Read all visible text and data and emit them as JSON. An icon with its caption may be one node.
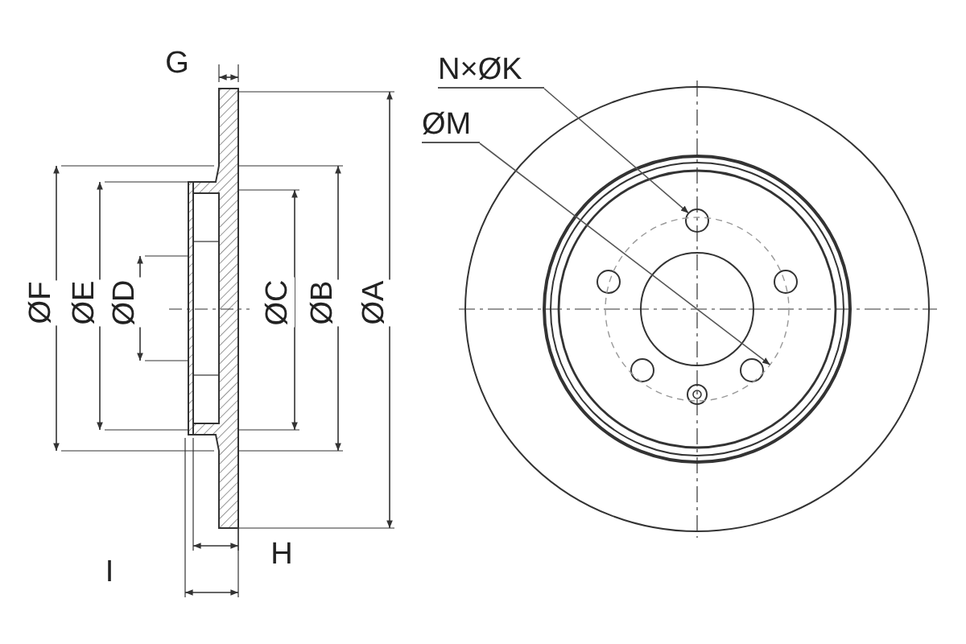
{
  "diagram": {
    "nodes": [
      {
        "text": [
          "N×ØK"
        ]
      },
      {
        "text": [],
        "shape": "circle"
      },
      {
        "text": [
          "ØM"
        ]
      },
      {
        "text": [],
        "shape": "circle"
      }
    ],
    "edges": [
      {
        "from": 0,
        "to": 1,
        "arrow": "to"
      },
      {
        "from": 2,
        "to": 3,
        "arrow": "to"
      }
    ],
    "labels": [
      "G",
      "ØF",
      "ØE",
      "ØD",
      "ØC",
      "ØB",
      "ØA",
      "H",
      "I"
    ]
  }
}
